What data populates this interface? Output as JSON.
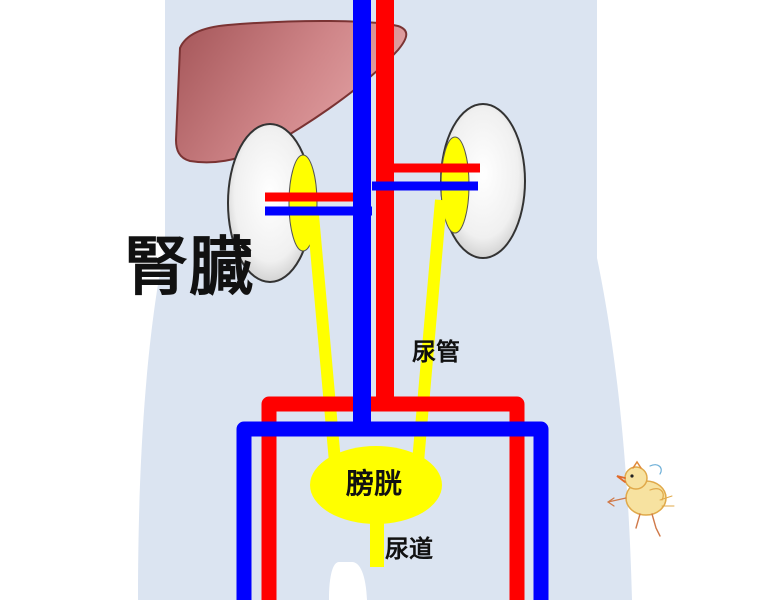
{
  "labels": {
    "kidney": "腎臓",
    "ureter": "尿管",
    "bladder": "膀胱",
    "urethra": "尿道"
  },
  "colors": {
    "body": "#dbe4f1",
    "artery": "#ff0000",
    "vein": "#0000ff",
    "urine_tract": "#ffff00",
    "liver": "#c97b7d",
    "kidney": "#f2f2f2"
  },
  "icons": [
    "liver-shape",
    "kidney-shape",
    "bladder-shape",
    "chick-illustration"
  ]
}
